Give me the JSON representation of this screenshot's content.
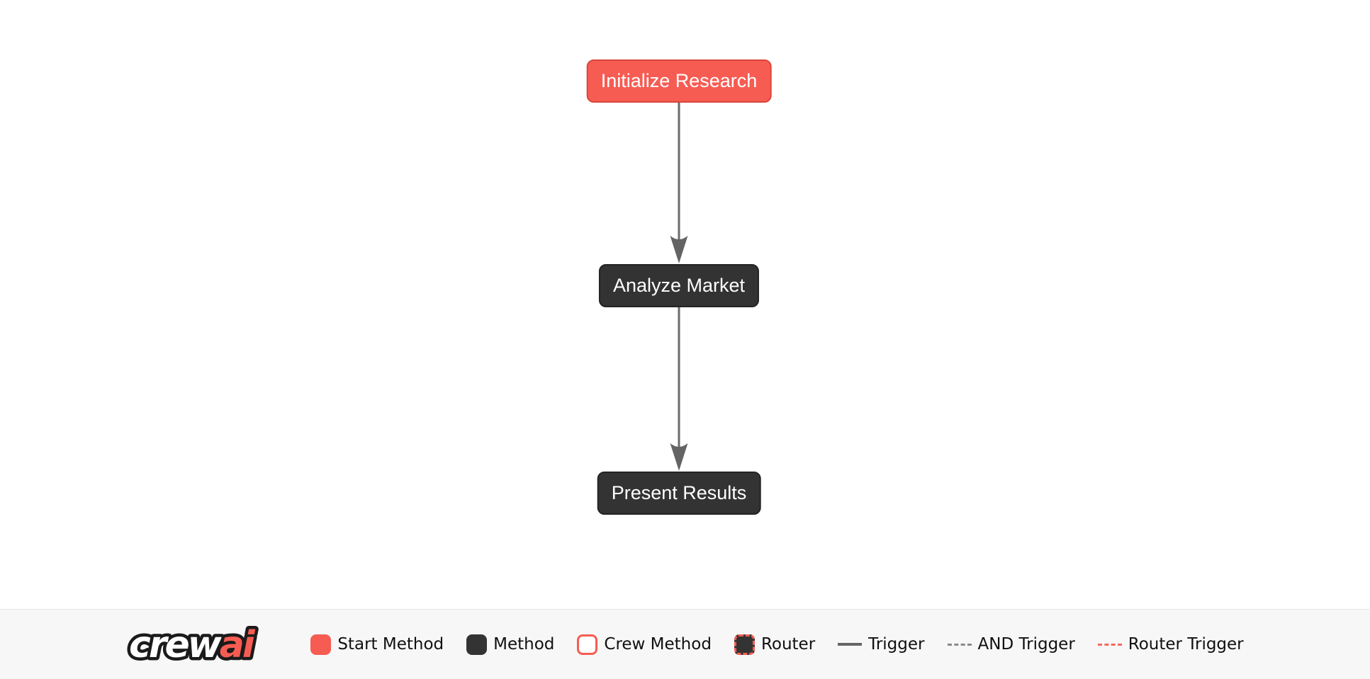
{
  "diagram": {
    "nodes": [
      {
        "id": "initialize_research",
        "label": "Initialize Research",
        "type": "start-method"
      },
      {
        "id": "analyze_market",
        "label": "Analyze Market",
        "type": "method"
      },
      {
        "id": "present_results",
        "label": "Present Results",
        "type": "method"
      }
    ],
    "edges": [
      {
        "from": "initialize_research",
        "to": "analyze_market",
        "type": "trigger"
      },
      {
        "from": "analyze_market",
        "to": "present_results",
        "type": "trigger"
      }
    ]
  },
  "colors": {
    "start_method_fill": "#F75C52",
    "start_method_border": "#D8473D",
    "method_fill": "#333333",
    "method_border": "#232323",
    "edge_gray": "#6B6B6B",
    "router_trigger_red": "#F7695F",
    "footer_background": "#F7F7F8",
    "page_background": "#FFFFFF",
    "node_text": "#FFFFFF",
    "legend_text": "#101010"
  },
  "footer": {
    "logo": {
      "crew": "crew",
      "ai": "ai"
    },
    "legend": [
      {
        "label": "Start Method",
        "swatch": "start-method"
      },
      {
        "label": "Method",
        "swatch": "method"
      },
      {
        "label": "Crew Method",
        "swatch": "crew-method"
      },
      {
        "label": "Router",
        "swatch": "router"
      },
      {
        "label": "Trigger",
        "swatch": "trigger-line"
      },
      {
        "label": "AND Trigger",
        "swatch": "and-trigger-line"
      },
      {
        "label": "Router Trigger",
        "swatch": "router-trigger-line"
      }
    ]
  }
}
